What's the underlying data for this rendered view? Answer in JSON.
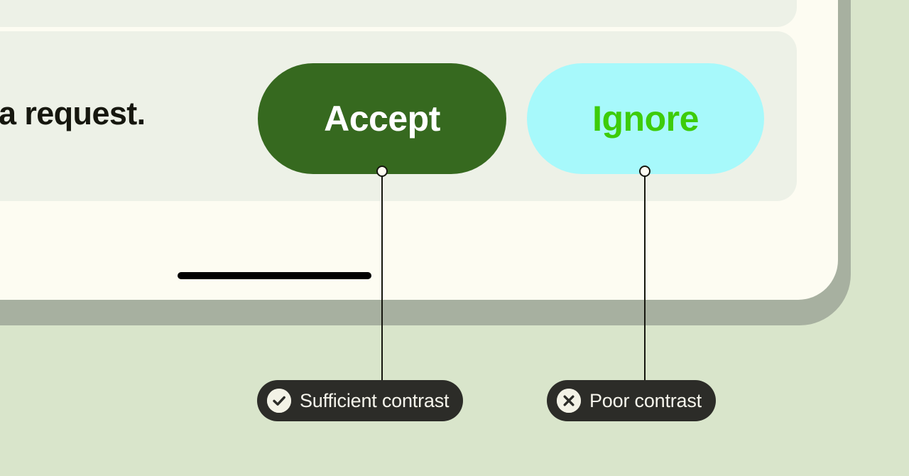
{
  "page": {
    "background_color": "#d9e5cb"
  },
  "device": {
    "frame_color": "#a7b0a0",
    "screen_color": "#fdfcf2",
    "panel_color": "#edf1e7",
    "home_indicator_color": "#000000"
  },
  "content": {
    "body_text": "a request."
  },
  "actions": [
    {
      "id": "accept",
      "label": "Accept",
      "background_color": "#36691f",
      "text_color": "#ffffff"
    },
    {
      "id": "ignore",
      "label": "Ignore",
      "background_color": "#a7f9fb",
      "text_color": "#3dcc09"
    }
  ],
  "annotations": [
    {
      "id": "sufficient",
      "label": "Sufficient contrast",
      "icon": "check-circle-icon",
      "pill_color": "#2c2c28",
      "text_color": "#f6f5ec",
      "icon_bg_color": "#f3f2e6",
      "targets": "accept"
    },
    {
      "id": "poor",
      "label": "Poor contrast",
      "icon": "x-circle-icon",
      "pill_color": "#2c2c28",
      "text_color": "#f6f5ec",
      "icon_bg_color": "#f3f2e6",
      "targets": "ignore"
    }
  ]
}
